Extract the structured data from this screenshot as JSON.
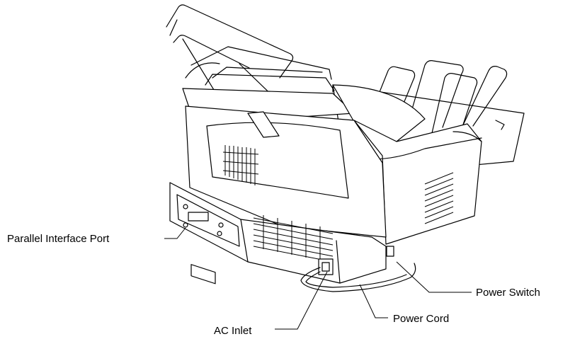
{
  "callouts": {
    "parallel_port": "Parallel Interface Port",
    "power_switch": "Power Switch",
    "power_cord": "Power Cord",
    "ac_inlet": "AC Inlet"
  }
}
